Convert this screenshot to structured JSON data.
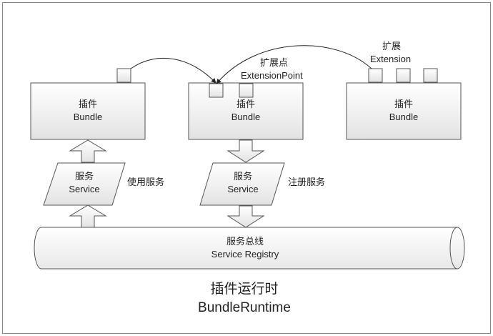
{
  "colors": {
    "frame_border": "#7f7f7f",
    "box_stroke": "#555555",
    "box_fill_top": "#ffffff",
    "box_fill_bottom": "#e6e6e6",
    "text": "#222222",
    "connector": "#222222"
  },
  "bundles": {
    "left": {
      "line1": "插件",
      "line2": "Bundle"
    },
    "middle": {
      "line1": "插件",
      "line2": "Bundle"
    },
    "right": {
      "line1": "插件",
      "line2": "Bundle"
    }
  },
  "extension_point": {
    "line1": "扩展点",
    "line2": "ExtensionPoint"
  },
  "extension": {
    "line1": "扩展",
    "line2": "Extension"
  },
  "services": {
    "left": {
      "line1": "服务",
      "line2": "Service",
      "side_label": "使用服务"
    },
    "middle": {
      "line1": "服务",
      "line2": "Service",
      "side_label": "注册服务"
    }
  },
  "registry": {
    "line1": "服务总线",
    "line2": "Service Registry"
  },
  "runtime": {
    "line1": "插件运行时",
    "line2": "BundleRuntime"
  }
}
